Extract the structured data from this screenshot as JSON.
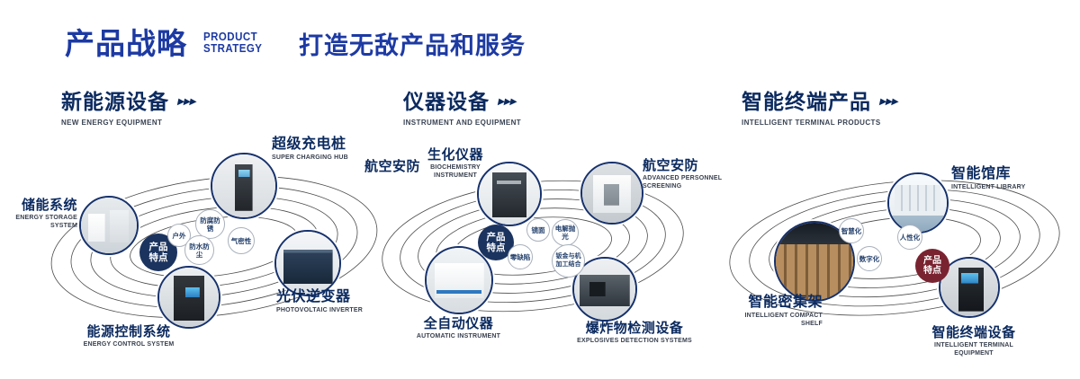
{
  "header": {
    "title_cn": "产品战略",
    "title_en_line1": "PRODUCT",
    "title_en_line2": "STRATEGY",
    "slogan": "打造无敌产品和服务"
  },
  "arrow_icon": "▶▶▶",
  "badge_label": "产品特点",
  "colors": {
    "primary_blue": "#1d3aa3",
    "section_navy": "#0b2a5f",
    "badge_navy": "#1b335f",
    "badge_maroon": "#7a2330"
  },
  "sections": [
    {
      "title_cn": "新能源设备",
      "title_en": "NEW ENERGY EQUIPMENT",
      "features": [
        "户外",
        "防腐防锈",
        "气密性",
        "防水防尘"
      ],
      "products": [
        {
          "name_cn": "储能系统",
          "name_en": "ENERGY STORAGE SYSTEM"
        },
        {
          "name_cn": "超级充电桩",
          "name_en": "SUPER CHARGING HUB"
        },
        {
          "name_cn": "光伏逆变器",
          "name_en": "PHOTOVOLTAIC INVERTER"
        },
        {
          "name_cn": "能源控制系统",
          "name_en": "ENERGY CONTROL SYSTEM"
        }
      ]
    },
    {
      "title_cn": "仪器设备",
      "title_en": "INSTRUMENT AND EQUIPMENT",
      "extra_label": "航空安防",
      "features": [
        "镜面",
        "电解抛光",
        "零缺陷",
        "钣金与机加工结合"
      ],
      "products": [
        {
          "name_cn": "生化仪器",
          "name_en": "BIOCHEMISTRY INSTRUMENT"
        },
        {
          "name_cn": "航空安防",
          "name_en": "ADVANCED PERSONNEL SCREENING"
        },
        {
          "name_cn": "全自动仪器",
          "name_en": "AUTOMATIC INSTRUMENT"
        },
        {
          "name_cn": "爆炸物检测设备",
          "name_en": "EXPLOSIVES DETECTION SYSTEMS"
        }
      ]
    },
    {
      "title_cn": "智能终端产品",
      "title_en": "INTELLIGENT TERMINAL PRODUCTS",
      "features": [
        "智慧化",
        "人性化",
        "数字化"
      ],
      "products": [
        {
          "name_cn": "智能馆库",
          "name_en": "INTELLIGENT LIBRARY"
        },
        {
          "name_cn": "智能密集架",
          "name_en": "INTELLIGENT COMPACT SHELF"
        },
        {
          "name_cn": "智能终端设备",
          "name_en": "INTELLIGENT TERMINAL EQUIPMENT"
        }
      ]
    }
  ]
}
